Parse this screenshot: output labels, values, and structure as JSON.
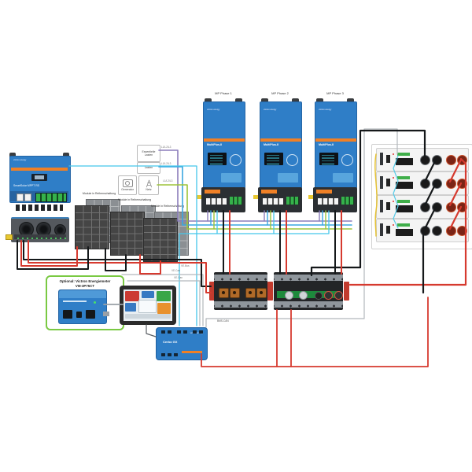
{
  "mppt": {
    "brand": "victron energy",
    "name": "SmartSolar MPPT RS"
  },
  "pv": {
    "array_label": "Module in Reihenschaltung"
  },
  "ac": {
    "essential_loads": "Essentielle Lasten",
    "loads": "Lasten",
    "generator": "Generator",
    "grid": "Netz",
    "phase_label": "L1/L2/L3"
  },
  "buses": {
    "ve_can": "VE.Can",
    "ve_bus": "VE.Bus",
    "bms_can": "BMS-CAN"
  },
  "inverters": [
    {
      "label": "MP Phase 1",
      "brand": "victron energy",
      "model": "MultiPlus-II"
    },
    {
      "label": "MP Phase 2",
      "brand": "victron energy",
      "model": "MultiPlus-II"
    },
    {
      "label": "MP Phase 3",
      "brand": "victron energy",
      "model": "MultiPlus-II"
    }
  ],
  "optional_meter": {
    "title_line1": "Optional: Victron Energiemeter",
    "title_line2": "VM-3P75CT"
  },
  "gateway": {
    "name": "Cerbo GX",
    "brand": "victron energy"
  },
  "battery": {
    "module_count": 4
  },
  "colors": {
    "victron_blue": "#2f7ec7",
    "victron_orange": "#f08026",
    "wire_red": "#d63a2f",
    "wire_black": "#15181a",
    "wire_cyan": "#45c6ea",
    "wire_purple": "#8b7dbb",
    "wire_blue": "#3aa7e0",
    "wire_green": "#9dc43a",
    "wire_yellow": "#e5c235",
    "wire_grey": "#b2b7bc",
    "optional_green": "#7ac943"
  }
}
